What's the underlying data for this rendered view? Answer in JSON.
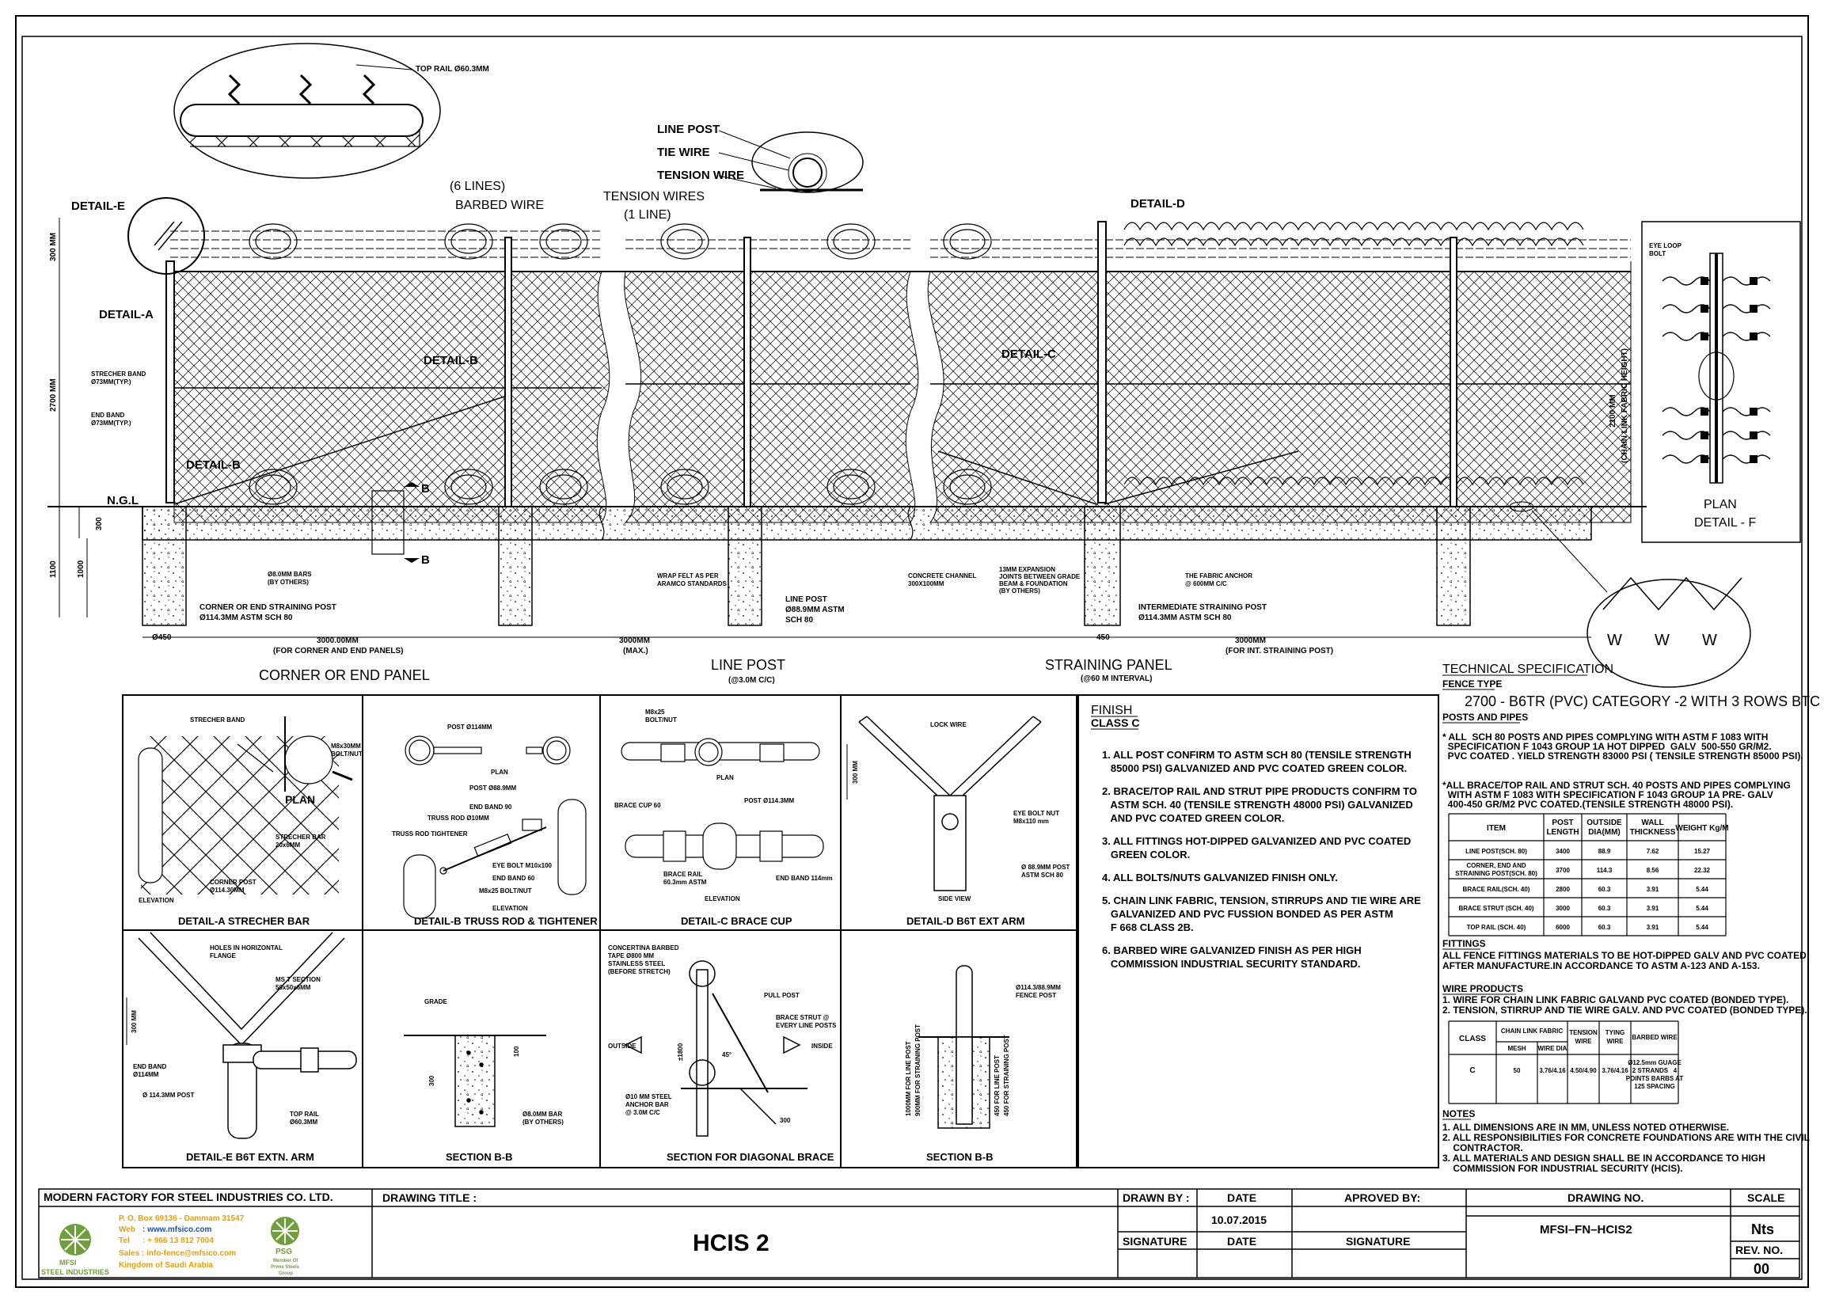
{
  "fence": {
    "top_rail_label": "TOP RAIL Ø60.3MM",
    "line_post": "LINE POST",
    "tie_wire": "TIE WIRE",
    "tension_wire": "TENSION WIRE",
    "barbed_wire": [
      "(6 LINES)",
      "BARBED WIRE"
    ],
    "tension_wires": [
      "TENSION WIRES",
      "(1 LINE)"
    ],
    "detail_e": "DETAIL-E",
    "detail_a": "DETAIL-A",
    "detail_b1": "DETAIL-B",
    "detail_b2": "DETAIL-B",
    "detail_c": "DETAIL-C",
    "detail_d": "DETAIL-D",
    "ngl": "N.G.L",
    "dim_300": "300 MM",
    "dim_2700": "2700 MM",
    "dim_2100": [
      "2100 MM",
      "(CHAIN LINK FABRIC HEIGHT)"
    ],
    "dim_1100": "1100",
    "dim_1000": "1000",
    "dim_300b": "300",
    "stretcher_band": [
      "STRECHER BAND",
      "Ø73MM(TYP.)"
    ],
    "end_band": [
      "END BAND",
      "Ø73MM(TYP.)"
    ],
    "section_b": "B",
    "corner_post": [
      "CORNER OR END STRAINING POST",
      "Ø114.3MM ASTM SCH 80"
    ],
    "rebar_note": [
      "Ø8.0MM BARS",
      "(BY OTHERS)"
    ],
    "wrap_felt": [
      "WRAP FELT AS PER",
      "ARAMCO STANDARDS"
    ],
    "line_post_spec": [
      "LINE POST",
      "Ø88.9MM ASTM",
      "SCH 80"
    ],
    "concrete_channel": [
      "CONCRETE CHANNEL",
      "300X100MM"
    ],
    "expansion_joints": [
      "13MM EXPANSION",
      "JOINTS BETWEEN GRADE",
      "BEAM & FOUNDATION",
      "(BY OTHERS)"
    ],
    "fabric_anchor": [
      "THE FABRIC ANCHOR",
      "@ 600MM C/C"
    ],
    "intermediate_post": [
      "INTERMEDIATE STRAINING POST",
      "Ø114.3MM ASTM SCH 80"
    ],
    "dim_450": "Ø450",
    "dim_450b": "450",
    "dim_3000a": [
      "3000.00MM",
      "(FOR CORNER AND END PANELS)"
    ],
    "dim_3000b": [
      "3000MM",
      "(MAX.)"
    ],
    "dim_3000c": [
      "3000MM",
      "(FOR INT. STRAINING POST)"
    ],
    "corner_panel": "CORNER OR END PANEL",
    "line_post_title": "LINE POST",
    "line_post_sub": "(@3.0M C/C)",
    "straining_panel": "STRAINING PANEL",
    "straining_sub": "(@60 M INTERVAL)"
  },
  "detail_f": {
    "eye_loop": [
      "EYE LOOP",
      "BOLT"
    ],
    "plan": "PLAN",
    "title": "DETAIL - F"
  },
  "details": {
    "a": {
      "title": "DETAIL-A STRECHER BAR",
      "stretcher_band": "STRECHER BAND",
      "bolt": [
        "M8x30MM",
        "BOLT/NUT"
      ],
      "plan": "PLAN",
      "stretcher_bar": [
        "STRECHER BAR",
        "20x6MM"
      ],
      "corner_post": [
        "CORNER POST",
        "Ø114.30MM"
      ],
      "elevation": "ELEVATION"
    },
    "b": {
      "title": "DETAIL-B TRUSS ROD & TIGHTENER",
      "post": "POST Ø114MM",
      "plan": "PLAN",
      "post2": "POST Ø88.9MM",
      "end_band_90": "END BAND 90",
      "truss_rod": "TRUSS ROD Ø10MM",
      "tightener": "TRUSS ROD TIGHTENER",
      "eye_bolt": "EYE BOLT M10x100",
      "end_band_60": "END BAND 60",
      "bolt": "M8x25 BOLT/NUT",
      "elevation": "ELEVATION"
    },
    "c": {
      "title": "DETAIL-C BRACE CUP",
      "bolt": [
        "M8x25",
        "BOLT/NUT"
      ],
      "plan": "PLAN",
      "brace_cup": "BRACE CUP 60",
      "post": "POST Ø114.3MM",
      "brace_rail": [
        "BRACE RAIL",
        "60.3mm ASTM"
      ],
      "end_band": "END BAND 114mm",
      "elevation": "ELEVATION"
    },
    "d": {
      "title": "DETAIL-D B6T EXT ARM",
      "lock_wire": "LOCK WIRE",
      "dim": "300 MM",
      "eye_bolt": [
        "EYE BOLT NUT",
        "M8x110 mm"
      ],
      "post": [
        "Ø 88.9MM POST",
        "ASTM SCH 80"
      ],
      "side_view": "SIDE VIEW"
    },
    "e": {
      "title": "DETAIL-E B6T EXTN. ARM",
      "holes": [
        "HOLES IN HORIZONTAL",
        "FLANGE"
      ],
      "ms_t": [
        "MS T SECTION",
        "50x50x6MM"
      ],
      "dim": "300 MM",
      "end_band": [
        "END BAND",
        "Ø114MM"
      ],
      "post": "Ø 114.3MM POST",
      "top_rail": [
        "TOP RAIL",
        "Ø60.3MM"
      ]
    },
    "sec_bb1": {
      "title": "SECTION B-B",
      "grade": "GRADE",
      "dim300": "300",
      "dim100": "100",
      "bars": [
        "Ø8.0MM BAR",
        "(BY OTHERS)"
      ]
    },
    "diag": {
      "title": "SECTION FOR DIAGONAL BRACE",
      "concertina": [
        "CONCERTINA BARBED",
        "TAPE Ø800 MM",
        "STAINLESS STEEL",
        "(BEFORE STRETCH)"
      ],
      "pull_post": "PULL POST",
      "brace_strut": [
        "BRACE STRUT @",
        "EVERY LINE POSTS"
      ],
      "outside": "OUTSIDE",
      "inside": "INSIDE",
      "angle": "45°",
      "dim": "±1800",
      "anchor": [
        "Ø10 MM STEEL",
        "ANCHOR BAR",
        "@ 3.0M C/C"
      ],
      "dim300": "300"
    },
    "sec_bb2": {
      "title": "SECTION B-B",
      "post": [
        "Ø114.3/88.9MM",
        "FENCE POST"
      ],
      "left_dim": [
        "1000MM FOR LINE POST",
        "900MM FOR STRAINING POST"
      ],
      "right_dim": [
        "450 FOR LINE POST",
        "450 FOR STRAINING POST"
      ]
    }
  },
  "finish": {
    "title": "FINISH",
    "class": "CLASS C",
    "items": [
      [
        "1. ALL POST CONFIRM TO ASTM SCH 80 (TENSILE STRENGTH",
        "   85000 PSI) GALVANIZED AND PVC COATED GREEN COLOR."
      ],
      [
        "2. BRACE/TOP RAIL AND STRUT PIPE PRODUCTS CONFIRM TO",
        "   ASTM SCH. 40 (TENSILE STRENGTH 48000 PSI) GALVANIZED",
        "   AND PVC COATED GREEN COLOR."
      ],
      [
        "3. ALL FITTINGS HOT-DIPPED GALVANIZED AND PVC COATED",
        "   GREEN COLOR."
      ],
      [
        "4. ALL BOLTS/NUTS GALVANIZED FINISH ONLY."
      ],
      [
        "5. CHAIN LINK FABRIC, TENSION, STIRRUPS AND TIE WIRE ARE",
        "   GALVANIZED AND PVC FUSSION BONDED AS PER ASTM",
        "   F 668 CLASS 2B."
      ],
      [
        "6. BARBED WIRE GALVANIZED FINISH AS PER HIGH",
        "   COMMISSION INDUSTRIAL SECURITY STANDARD."
      ]
    ]
  },
  "tech": {
    "title": "TECHNICAL SPECIFICATION",
    "fence_type_label": "FENCE TYPE",
    "fence_type": "2700 - B6TR (PVC) CATEGORY -2 WITH 3 ROWS BTC",
    "posts_pipes": "POSTS AND PIPES",
    "note1": [
      "* ALL  SCH 80 POSTS AND PIPES COMPLYING WITH ASTM F 1083 WITH",
      "  SPECIFICATION F 1043 GROUP 1A HOT DIPPED  GALV  500-550 GR/M2.",
      "  PVC COATED . YIELD STRENGTH 83000 PSI ( TENSILE STRENGTH 85000 PSI)."
    ],
    "note2": [
      "*ALL BRACE/TOP RAIL AND STRUT SCH. 40 POSTS AND PIPES COMPLYING",
      "  WITH ASTM F 1083 WITH SPECIFICATION F 1043 GROUP 1A PRE- GALV",
      "  400-450 GR/M2 PVC COATED.(TENSILE STRENGTH 48000 PSI)."
    ],
    "table_headers": [
      [
        "ITEM"
      ],
      [
        "POST",
        "LENGTH"
      ],
      [
        "OUTSIDE",
        "DIA(MM)"
      ],
      [
        "WALL",
        "THICKNESS"
      ],
      [
        "WEIGHT Kg/M"
      ]
    ],
    "table_rows": [
      [
        [
          "LINE POST(SCH. 80)"
        ],
        "3400",
        "88.9",
        "7.62",
        "15.27"
      ],
      [
        [
          "CORNER, END AND",
          "STRAINING POST(SCH. 80)"
        ],
        "3700",
        "114.3",
        "8.56",
        "22.32"
      ],
      [
        [
          "BRACE RAIL(SCH. 40)"
        ],
        "2800",
        "60.3",
        "3.91",
        "5.44"
      ],
      [
        [
          "BRACE STRUT (SCH. 40)"
        ],
        "3000",
        "60.3",
        "3.91",
        "5.44"
      ],
      [
        [
          "TOP RAIL (SCH. 40)"
        ],
        "6000",
        "60.3",
        "3.91",
        "5.44"
      ]
    ],
    "fittings_label": "FITTINGS",
    "fittings": [
      "ALL FENCE FITTINGS MATERIALS TO BE HOT-DIPPED GALV AND PVC COATED",
      "AFTER MANUFACTURE.IN ACCORDANCE TO ASTM A-123 AND A-153."
    ],
    "wire_label": "WIRE PRODUCTS",
    "wire": [
      "1. WIRE FOR CHAIN LINK FABRIC GALVAND PVC COATED (BONDED TYPE).",
      "2. TENSION, STIRRUP AND TIE WIRE GALV. AND PVC COATED (BONDED TYPE)."
    ],
    "wt_headers": {
      "class": "CLASS",
      "chain_link": "CHAIN LINK FABRIC",
      "mesh": "MESH",
      "wire_dia": "WIRE DIA",
      "tension": [
        "TENSION",
        "WIRE"
      ],
      "tying": [
        "TYING",
        "WIRE"
      ],
      "barbed": "BARBED WIRE"
    },
    "wt_row": {
      "class": "C",
      "mesh": "50",
      "wire_dia": "3.76/4.16",
      "tension": "4.50/4.90",
      "tying": "3.76/4.16",
      "barbed": [
        "Ø12.5mm GUAGE",
        "2 STRANDS   4",
        "POINTS BARBS AT",
        "125 SPACING"
      ]
    },
    "notes_label": "NOTES",
    "notes": [
      "1. ALL DIMENSIONS ARE IN MM, UNLESS NOTED OTHERWISE.",
      "2. ALL RESPONSIBILITIES FOR CONCRETE FOUNDATIONS ARE WITH THE CIVIL",
      "    CONTRACTOR.",
      "3. ALL MATERIALS AND DESIGN SHALL BE IN ACCORDANCE TO HIGH",
      "    COMMISSION FOR INDUSTRIAL SECURITY (HCIS)."
    ]
  },
  "title_block": {
    "company": "MODERN FACTORY FOR STEEL INDUSTRIES CO. LTD.",
    "address": "P. O. Box 69136 - Dammam 31547",
    "web_label": "Web",
    "web": ": www.mfsico.com",
    "tel_label": "Tel",
    "tel": ": + 966 13 812 7004",
    "sales": "Sales : info-fence@mfsico.com",
    "country": "Kingdom of Saudi Arabia",
    "logo1_text": [
      "MFSI",
      "STEEL INDUSTRIES"
    ],
    "logo2_text": [
      "PSG",
      "Member Of",
      "Prime Steels",
      "Group"
    ],
    "drawing_title_label": "DRAWING  TITLE  :",
    "drawing_title": "HCIS 2",
    "drawn_by": "DRAWN  BY  :",
    "date_label": "DATE",
    "date_value": "10.07.2015",
    "approved_by": "APROVED BY:",
    "signature": "SIGNATURE",
    "date2": "DATE",
    "signature2": "SIGNATURE",
    "drawing_no_label": "DRAWING  NO.",
    "drawing_no": "MFSI–FN–HCIS2",
    "scale_label": "SCALE",
    "scale": "Nts",
    "rev_label": "REV.  NO.",
    "rev": "00"
  }
}
